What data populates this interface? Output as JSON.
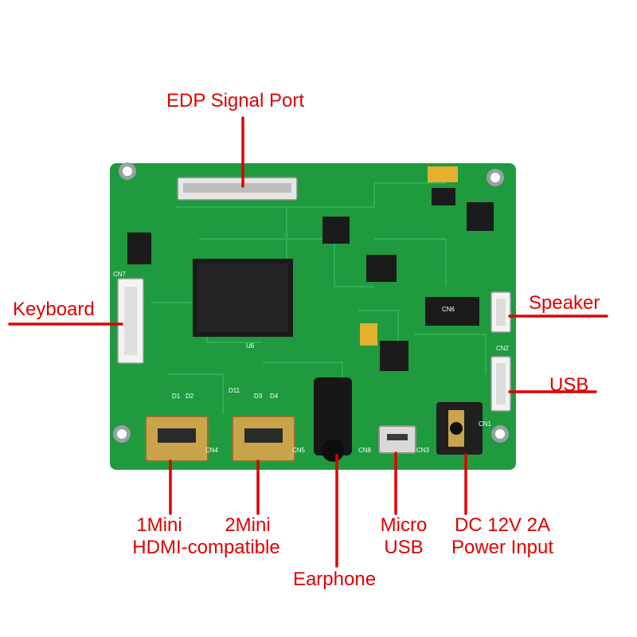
{
  "labels": {
    "edp_signal_port": "EDP Signal Port",
    "keyboard": "Keyboard",
    "speaker": "Speaker",
    "usb": "USB",
    "mini_hdmi_1_line1": "1Mini",
    "mini_hdmi_2_line1": "2Mini",
    "hdmi_compatible": "HDMI-compatible",
    "micro_usb_line1": "Micro",
    "micro_usb_line2": "USB",
    "dc_line1": "DC 12V 2A",
    "dc_line2": "Power Input",
    "earphone": "Earphone"
  },
  "board_markings": {
    "cn6": "CN6",
    "cn7": "CN7",
    "cn2": "CN2",
    "cn4": "CN4",
    "cn5": "CN5",
    "cn8": "CN8",
    "cn3": "CN3",
    "cn1": "CN1",
    "u6": "U6",
    "d1": "D1",
    "d2": "D2",
    "d3": "D3",
    "d4": "D4",
    "d11": "D11"
  },
  "colors": {
    "label_red": "#e00000",
    "pcb_green": "#1f9a3f",
    "pcb_dark": "#14702c",
    "metal": "#c9a44a",
    "chip_dark": "#1b1b1b"
  }
}
